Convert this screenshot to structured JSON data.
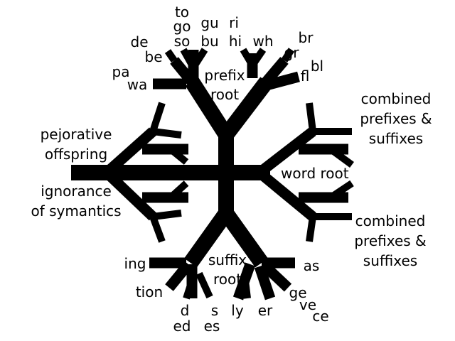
{
  "labels": {
    "prefix_root": [
      "prefix",
      "root"
    ],
    "suffix_root": [
      "suffix",
      "root"
    ],
    "word_root": "word root",
    "combined_top": [
      "combined",
      "prefixes &",
      "suffixes"
    ],
    "combined_bottom": [
      "combined",
      "prefixes &",
      "suffixes"
    ],
    "pejorative": [
      "pejorative",
      "offspring"
    ],
    "ignorance": [
      "ignorance",
      "of symantics"
    ]
  },
  "prefixes": {
    "col1": [
      "to",
      "go",
      "so"
    ],
    "col2": [
      "gu",
      "bu"
    ],
    "col3": [
      "ri",
      "hi"
    ],
    "de": "de",
    "be": "be",
    "pa": "pa",
    "wa": "wa",
    "wh": "wh",
    "br": "br",
    "gr": "gr",
    "bl": "bl",
    "fl": "fl"
  },
  "suffixes": {
    "ing": "ing",
    "tion": "tion",
    "d": "d",
    "ed": "ed",
    "s": "s",
    "es": "es",
    "ly": "ly",
    "er": "er",
    "as": "as",
    "ge": "ge",
    "ve": "ve",
    "ce": "ce"
  }
}
